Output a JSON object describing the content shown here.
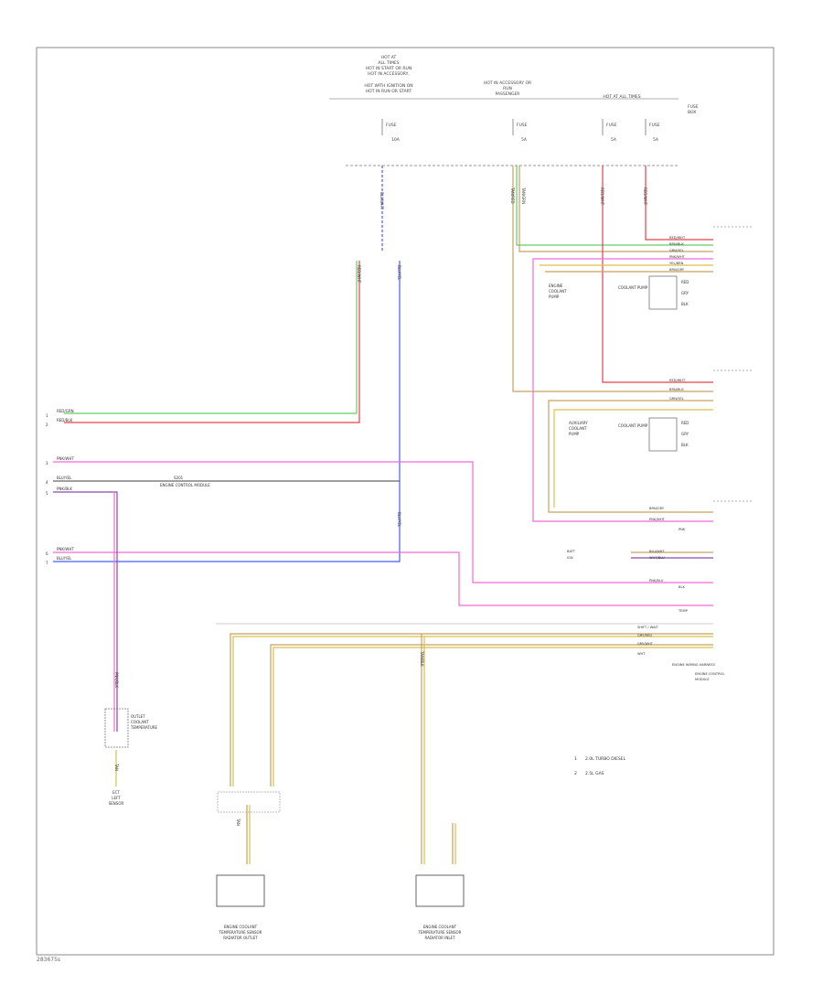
{
  "footer": {
    "image_id": "283675s"
  },
  "header": {
    "main_block": [
      "HOT AT",
      "ALL TIMES",
      "HOT IN START OR RUN",
      "HOT IN ACCESSORY,",
      "HOT WITH IGNITION ON",
      "HOT IN RUN OR START"
    ],
    "mid_block": [
      "HOT IN ACCESSORY OR",
      "RUN",
      "PASSENGER"
    ],
    "bar_label": "HOT AT ALL TIMES",
    "right_block": [
      "FUSE",
      "BOX"
    ]
  },
  "fuses": [
    {
      "name": "FUSE",
      "rating": "10A"
    },
    {
      "name": "FUSE",
      "rating": "5A"
    },
    {
      "name": "FUSE",
      "rating": "5A"
    },
    {
      "name": "FUSE",
      "rating": "5A"
    }
  ],
  "wire_labels": {
    "top_blue": "BLU/WHT",
    "mid_tan_green": "TAN/GRN",
    "red_vert": "RED/WHT",
    "blue_vert": "BLU/YEL",
    "tan_vert": "TAN/RED",
    "pink_vert": "PNK",
    "purple_vert": "PNK/BLK",
    "tan_lower": "TAN",
    "lower_mid": "TAN/BLK"
  },
  "left_connector": {
    "rows": [
      {
        "pin": "1",
        "label": "RED/GRN"
      },
      {
        "pin": "2",
        "label": "RED/BLK"
      },
      {
        "pin": "3",
        "label": "PNK/WHT"
      },
      {
        "pin": "4",
        "label": "BLU/YEL"
      },
      {
        "pin": "5",
        "label": "PNK/BLK"
      },
      {
        "pin": "6",
        "label": "PNK/WHT"
      },
      {
        "pin": "7",
        "label": "BLU/YEL"
      }
    ],
    "note": "ENGINE CONTROL MODULE",
    "splice": "S201"
  },
  "right_modules": [
    {
      "title": "COOLANT PUMP",
      "lines": [
        "ENGINE",
        "COOLANT",
        "PUMP"
      ],
      "labels": [
        "RED",
        "GRY",
        "BLK"
      ]
    },
    {
      "title": "COOLANT PUMP",
      "lines": [
        "AUXILIARY",
        "COOLANT",
        "PUMP"
      ],
      "labels": [
        "RED",
        "GRY",
        "BLK"
      ]
    }
  ],
  "right_pins": [
    "RED/WHT",
    "BRN/BLK",
    "GRN/YEL",
    "PNK/WHT",
    "YEL/BRN",
    "BRN/GRY"
  ],
  "right_pins_2": [
    "RED/WHT",
    "BRN/BLK",
    "GRN/YEL"
  ],
  "ecm_right": {
    "rows": [
      "BRN/GRY",
      "PNK/WHT",
      "PNK",
      "BLK",
      "BLU/WHT",
      "WHT/BLU",
      "PNK/BLU"
    ],
    "notes": [
      "BATT",
      "IGN",
      "TEMP"
    ],
    "title": [
      "ENGINE CONTROL",
      "MODULE"
    ]
  },
  "harness_block": {
    "rows": [
      "SHIFT / WAIT",
      "GRY/RED",
      "GRY/WHT",
      "WHT"
    ],
    "note": "ENGINE WIRING HARNESS"
  },
  "sensor_left": {
    "lines": [
      "OUTLET",
      "COOLANT",
      "TEMPERATURE"
    ],
    "caption": [
      "ECT",
      "LEFT",
      "SENSOR"
    ]
  },
  "sensor_bottom_left": {
    "caption": [
      "ENGINE COOLANT",
      "TEMPERATURE SENSOR",
      "RADIATOR OUTLET"
    ]
  },
  "sensor_bottom_right": {
    "caption": [
      "ENGINE COOLANT",
      "TEMPERATURE SENSOR",
      "RADIATOR INLET"
    ]
  },
  "legend": [
    {
      "key": "1",
      "text": "2.0L TURBO DIESEL"
    },
    {
      "key": "2",
      "text": "2.5L GAS"
    }
  ],
  "colors": {
    "red": "#e8404a",
    "pink": "#f26ad9",
    "blue": "#4a5bff",
    "tan": "#c8a060",
    "yellow": "#d8c24a",
    "green": "#66cc66",
    "purple": "#8a4aaa",
    "black": "#333333",
    "gray": "#999999"
  }
}
